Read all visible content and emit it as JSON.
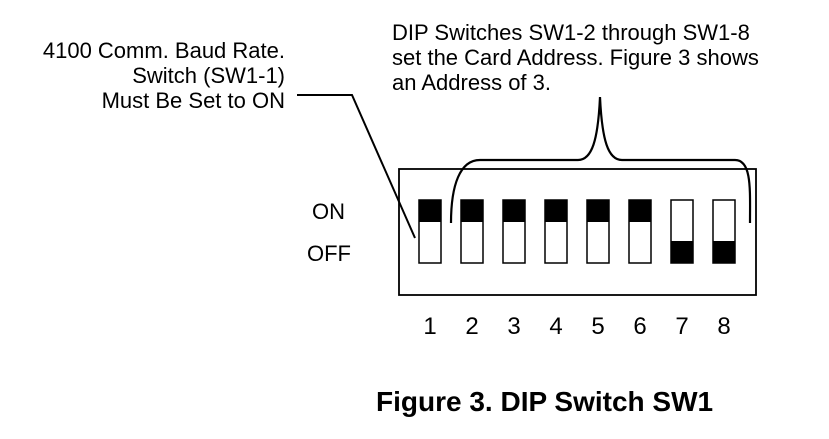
{
  "annotations": {
    "left_note": [
      "4100 Comm. Baud Rate.",
      "Switch (SW1-1)",
      "Must Be Set to ON"
    ],
    "right_note": [
      "DIP Switches SW1-2 through SW1-8",
      "set the Card Address. Figure 3 shows",
      "an Address of 3."
    ]
  },
  "labels": {
    "on": "ON",
    "off": "OFF"
  },
  "switches": [
    {
      "number": "1",
      "state": "ON"
    },
    {
      "number": "2",
      "state": "ON"
    },
    {
      "number": "3",
      "state": "ON"
    },
    {
      "number": "4",
      "state": "ON"
    },
    {
      "number": "5",
      "state": "ON"
    },
    {
      "number": "6",
      "state": "ON"
    },
    {
      "number": "7",
      "state": "OFF"
    },
    {
      "number": "8",
      "state": "OFF"
    }
  ],
  "caption": "Figure 3. DIP Switch SW1",
  "colors": {
    "ink": "#000000",
    "paper": "#ffffff"
  }
}
